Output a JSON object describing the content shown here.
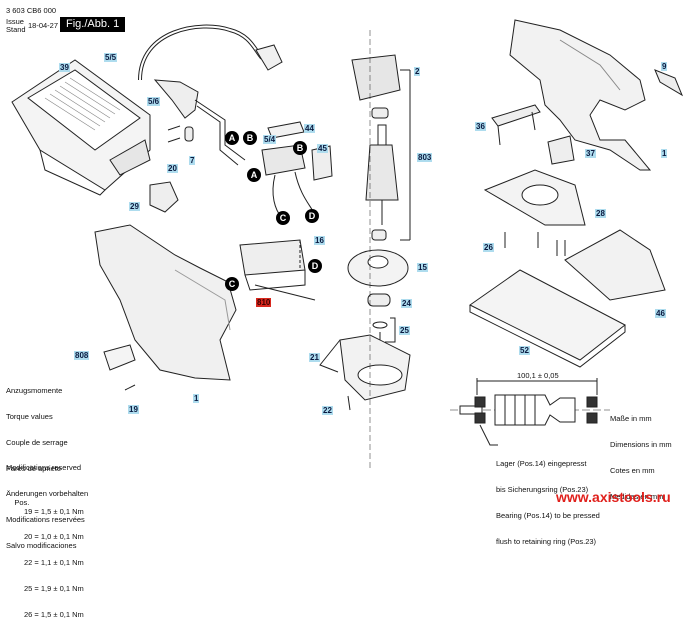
{
  "header": {
    "part_number": "3 603 CB6 000",
    "issue_label_1": "Issue",
    "issue_label_2": "Stand",
    "date": "18-04-27",
    "figure": "Fig./Abb. 1"
  },
  "part_labels": [
    {
      "id": "39",
      "text": "39"
    },
    {
      "id": "5-5",
      "text": "5/5"
    },
    {
      "id": "5-6",
      "text": "5/6"
    },
    {
      "id": "20",
      "text": "20"
    },
    {
      "id": "7",
      "text": "7"
    },
    {
      "id": "29",
      "text": "29"
    },
    {
      "id": "44",
      "text": "44"
    },
    {
      "id": "5-4",
      "text": "5/4"
    },
    {
      "id": "45",
      "text": "45"
    },
    {
      "id": "16",
      "text": "16"
    },
    {
      "id": "810",
      "text": "810"
    },
    {
      "id": "2",
      "text": "2"
    },
    {
      "id": "803",
      "text": "803"
    },
    {
      "id": "15",
      "text": "15"
    },
    {
      "id": "24",
      "text": "24"
    },
    {
      "id": "25",
      "text": "25"
    },
    {
      "id": "21",
      "text": "21"
    },
    {
      "id": "22",
      "text": "22"
    },
    {
      "id": "9",
      "text": "9"
    },
    {
      "id": "36",
      "text": "36"
    },
    {
      "id": "37",
      "text": "37"
    },
    {
      "id": "1a",
      "text": "1"
    },
    {
      "id": "28",
      "text": "28"
    },
    {
      "id": "26",
      "text": "26"
    },
    {
      "id": "46",
      "text": "46"
    },
    {
      "id": "52",
      "text": "52"
    },
    {
      "id": "808",
      "text": "808"
    },
    {
      "id": "19",
      "text": "19"
    },
    {
      "id": "1b",
      "text": "1"
    }
  ],
  "connectors": [
    "A",
    "B",
    "A",
    "B",
    "C",
    "D",
    "C",
    "D"
  ],
  "torque": {
    "lines": [
      "Anzugsmomente",
      "Torque values",
      "Couple de serrage",
      "Pares de apriete"
    ],
    "pos_label": "Pos.",
    "values": [
      "19 = 1,5 ± 0,1 Nm",
      "20 = 1,0 ± 0,1 Nm",
      "22 = 1,1 ± 0,1 Nm",
      "25 = 1,9 ± 0,1 Nm",
      "26 = 1,5 ± 0,1 Nm"
    ]
  },
  "modifications": [
    "Modifications reserved",
    "Änderungen vorbehalten",
    "Modifications reservées",
    "Salvo modificaciones"
  ],
  "armature_detail": {
    "dimension": "100,1 ± 0,05",
    "units": [
      "Maße in mm",
      "Dimensions in mm",
      "Cotes en mm",
      "Medidas en mm"
    ],
    "bearing_note": [
      "Lager (Pos.14) eingepresst",
      "bis Sicherungsring (Pos.23)",
      "Bearing (Pos.14) to be pressed",
      "flush to retaining ring (Pos.23)"
    ]
  },
  "watermark": "www.axistools.ru"
}
